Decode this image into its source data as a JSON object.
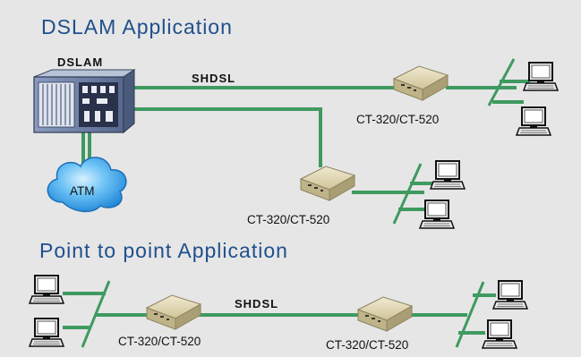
{
  "titles": {
    "dslam_application": "DSLAM Application",
    "p2p_application": "Point to point Application"
  },
  "labels": {
    "dslam": "DSLAM",
    "atm": "ATM",
    "shdsl_top": "SHDSL",
    "shdsl_bottom": "SHDSL",
    "modem_top_right": "CT-320/CT-520",
    "modem_middle": "CT-320/CT-520",
    "modem_bottom_left": "CT-320/CT-520",
    "modem_bottom_right": "CT-320/CT-520"
  },
  "colors": {
    "background": "#e6e6e6",
    "title": "#1f4f8c",
    "wire": "#3f9a60",
    "modem": "#d9cfa8",
    "cloud": "#39a9ea",
    "dslam_rack": "#6b7fa3"
  },
  "icons": [
    "dslam-rack-icon",
    "atm-cloud-icon",
    "modem-icon",
    "computer-icon"
  ]
}
